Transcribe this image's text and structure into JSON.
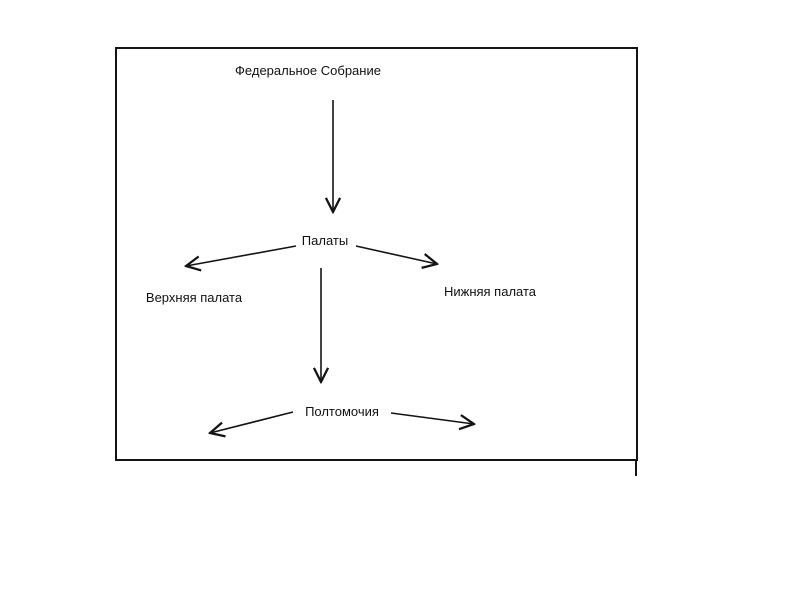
{
  "diagram": {
    "nodes": {
      "federal_assembly": "Федеральное Собрание",
      "chambers": "Палаты",
      "upper_chamber": "Верхняя палата",
      "lower_chamber": "Нижняя палата",
      "powers": "Полтомочия"
    },
    "edges": [
      {
        "from": "federal_assembly",
        "to": "chambers"
      },
      {
        "from": "chambers",
        "to": "upper_chamber"
      },
      {
        "from": "chambers",
        "to": "lower_chamber"
      },
      {
        "from": "chambers",
        "to": "powers"
      },
      {
        "from": "powers",
        "to": "left"
      },
      {
        "from": "powers",
        "to": "right"
      }
    ],
    "colors": {
      "stroke": "#141414",
      "background": "#ffffff"
    }
  }
}
